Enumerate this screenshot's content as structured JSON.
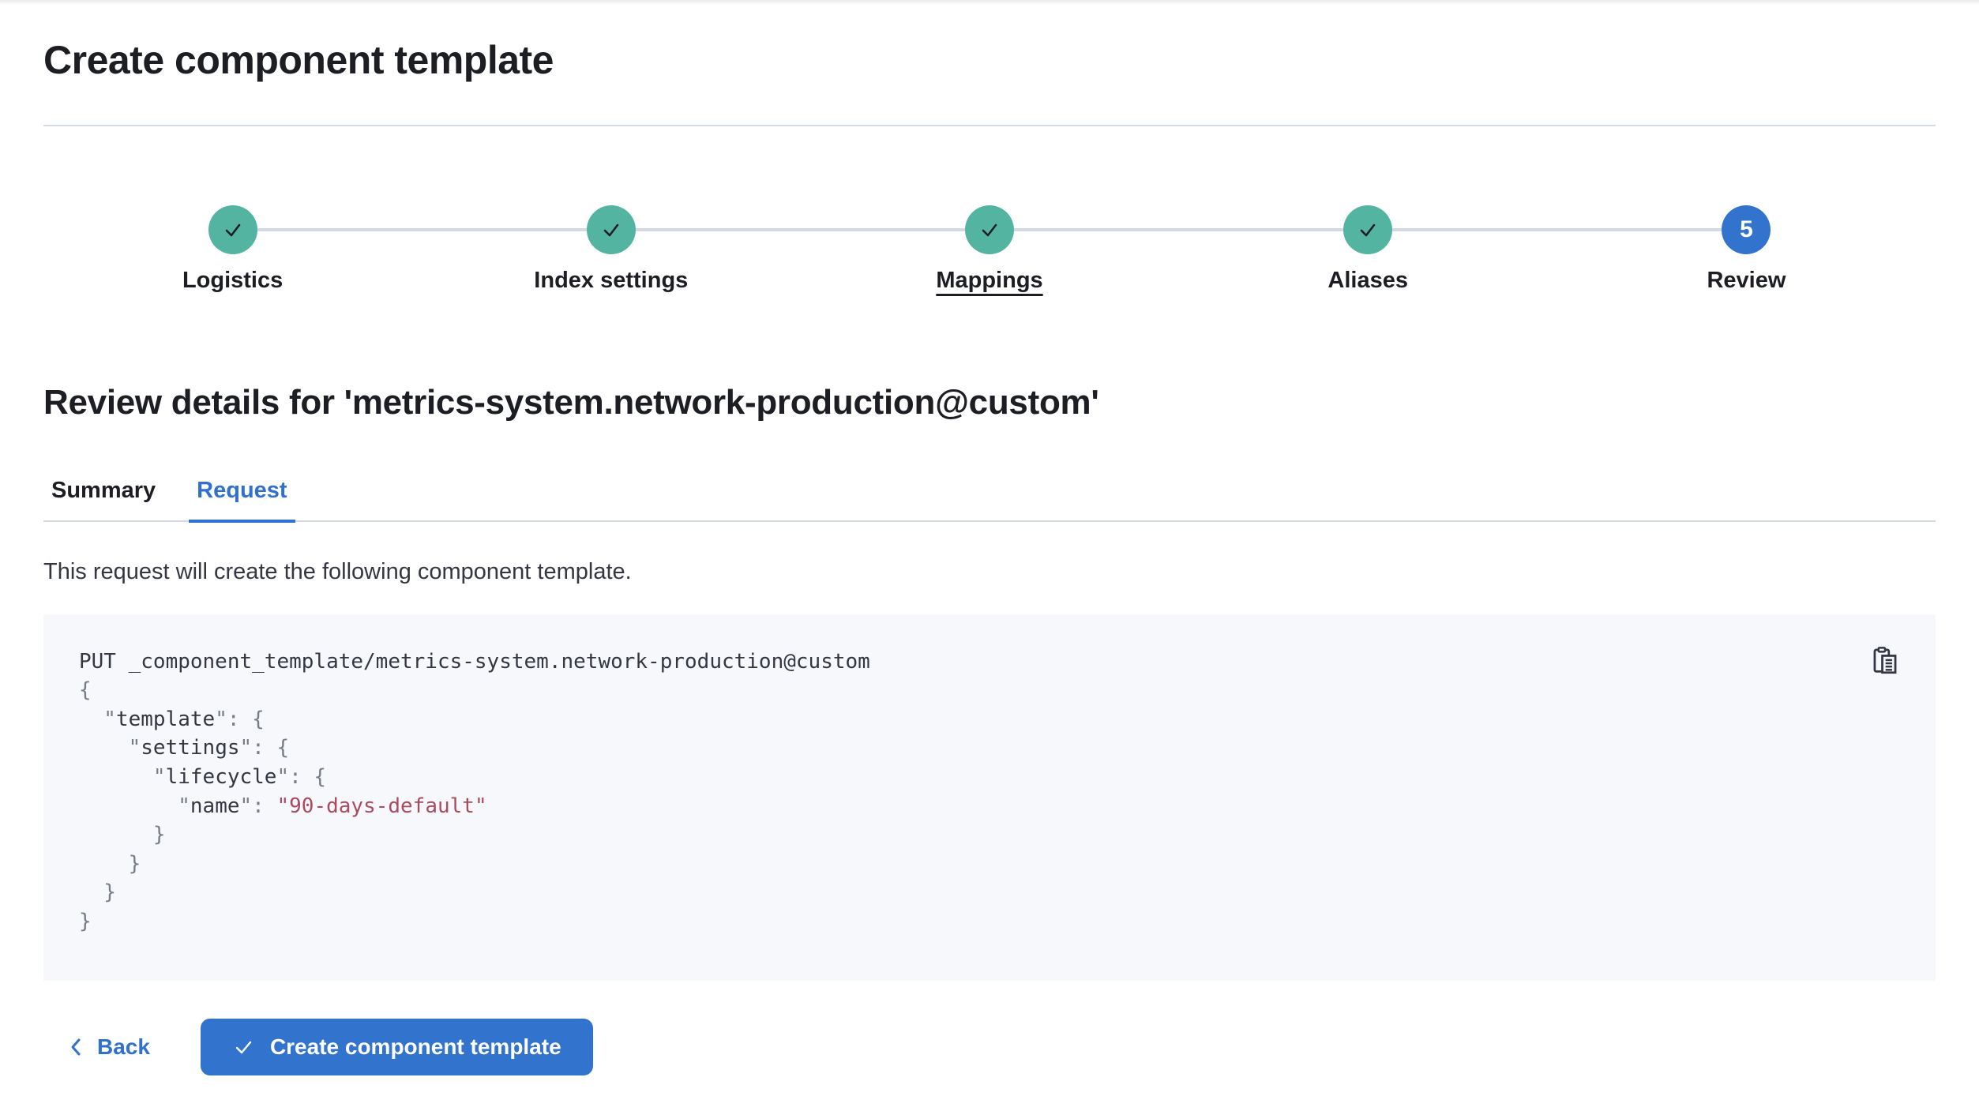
{
  "page": {
    "title": "Create component template"
  },
  "stepper": {
    "steps": [
      {
        "label": "Logistics",
        "status": "complete",
        "underlined": false
      },
      {
        "label": "Index settings",
        "status": "complete",
        "underlined": false
      },
      {
        "label": "Mappings",
        "status": "complete",
        "underlined": true
      },
      {
        "label": "Aliases",
        "status": "complete",
        "underlined": false
      },
      {
        "label": "Review",
        "status": "current",
        "underlined": false,
        "number": "5"
      }
    ]
  },
  "review": {
    "heading": "Review details for 'metrics-system.network-production@custom'",
    "tabs": [
      {
        "label": "Summary",
        "active": false
      },
      {
        "label": "Request",
        "active": true
      }
    ],
    "description": "This request will create the following component template."
  },
  "code_block": {
    "lines": [
      {
        "segs": [
          {
            "t": "PUT _component_template/metrics-system.network-production@custom",
            "c": "text"
          }
        ]
      },
      {
        "segs": [
          {
            "t": "{",
            "c": "punct"
          }
        ]
      },
      {
        "segs": [
          {
            "t": "  \"",
            "c": "punct"
          },
          {
            "t": "template",
            "c": "text"
          },
          {
            "t": "\": {",
            "c": "punct"
          }
        ]
      },
      {
        "segs": [
          {
            "t": "    \"",
            "c": "punct"
          },
          {
            "t": "settings",
            "c": "text"
          },
          {
            "t": "\": {",
            "c": "punct"
          }
        ]
      },
      {
        "segs": [
          {
            "t": "      \"",
            "c": "punct"
          },
          {
            "t": "lifecycle",
            "c": "text"
          },
          {
            "t": "\": {",
            "c": "punct"
          }
        ]
      },
      {
        "segs": [
          {
            "t": "        \"",
            "c": "punct"
          },
          {
            "t": "name",
            "c": "text"
          },
          {
            "t": "\": ",
            "c": "punct"
          },
          {
            "t": "\"90-days-default\"",
            "c": "string"
          }
        ]
      },
      {
        "segs": [
          {
            "t": "      }",
            "c": "punct"
          }
        ]
      },
      {
        "segs": [
          {
            "t": "    }",
            "c": "punct"
          }
        ]
      },
      {
        "segs": [
          {
            "t": "  }",
            "c": "punct"
          }
        ]
      },
      {
        "segs": [
          {
            "t": "}",
            "c": "punct"
          }
        ]
      }
    ]
  },
  "footer": {
    "back_label": "Back",
    "create_label": "Create component template"
  },
  "icons": {
    "step_complete": "check-icon",
    "current_step_badge": "step-number-badge",
    "copy": "copy-clipboard-icon",
    "back": "chevron-left-icon",
    "create": "check-icon"
  },
  "colors": {
    "accent-blue": "#3273CD",
    "link-blue": "#2F71CC",
    "step-complete-teal": "#53B4A2",
    "divider": "#D3DAE6",
    "text-dark": "#1C1E24",
    "text-body": "#343741",
    "code-bg": "#F6F8FB",
    "code-text": "#343741",
    "code-punct": "#777C87",
    "code-string": "#AC4A5E"
  }
}
